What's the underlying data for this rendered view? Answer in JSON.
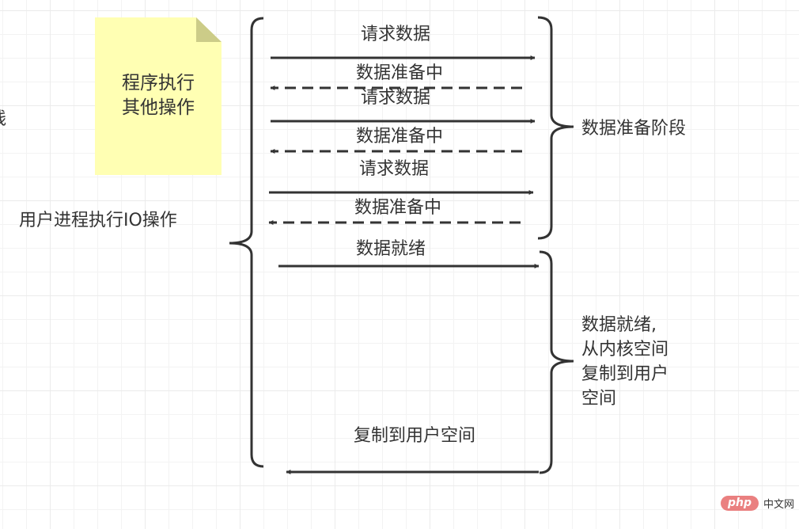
{
  "diagram": {
    "title": "Non-blocking IO flow",
    "sticky_note": {
      "lines": [
        "程序执行",
        "其他操作"
      ],
      "fill": "#ffffb3",
      "fold_color": "#cccc88"
    },
    "left_label": "用户进程执行IO操作",
    "messages": [
      {
        "label": "请求数据",
        "direction": "right",
        "style": "solid"
      },
      {
        "label": "数据准备中",
        "direction": "left",
        "style": "dashed"
      },
      {
        "label": "请求数据",
        "direction": "right",
        "style": "solid"
      },
      {
        "label": "数据准备中",
        "direction": "left",
        "style": "dashed"
      },
      {
        "label": "请求数据",
        "direction": "right",
        "style": "solid"
      },
      {
        "label": "数据准备中",
        "direction": "left",
        "style": "dashed"
      },
      {
        "label": "数据就绪",
        "direction": "right",
        "style": "solid"
      },
      {
        "label": "复制到用户空间",
        "direction": "left",
        "style": "solid"
      }
    ],
    "phase_labels": {
      "prepare": "数据准备阶段",
      "copy_lines": [
        "数据就绪,",
        "从内核空间",
        "复制到用户",
        "空间"
      ]
    },
    "partial_left_glyph": "线",
    "stroke_color": "#333333"
  },
  "watermark": {
    "pill_text": "php",
    "site_text": "中文网",
    "pill_color": "#e76b6b"
  }
}
